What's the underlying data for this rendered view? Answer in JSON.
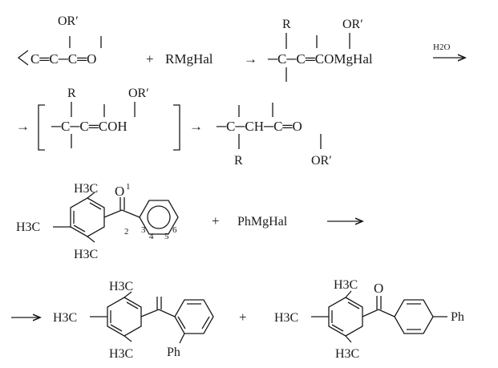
{
  "scheme": {
    "row1": {
      "reactant_or": "OR′",
      "reactant_core": "C═C─C═O",
      "plus": "+",
      "reagent": "RMgHal",
      "arrow": "→",
      "product_r": "R",
      "product_or": "OR′",
      "product_core": "─C─C═COMgHal",
      "water": "H2O"
    },
    "row2": {
      "arrow": "→",
      "int_r": "R",
      "int_or": "OR′",
      "int_core": "─C─C═COH",
      "arrow2": "→",
      "prod_core": "─C─CH─C═O",
      "prod_r": "R",
      "prod_or": "OR′"
    },
    "row3": {
      "sub_h3c_top": "H3C",
      "sub_h3c_left": "H3C",
      "sub_h3c_bottom": "H3C",
      "carbonyl_o": "O",
      "num1": "1",
      "num2": "2",
      "num3": "3",
      "num4": "4",
      "num5": "5",
      "num6": "6",
      "plus": "+",
      "reagent": "PhMgHal"
    },
    "row4": {
      "p1_h3c_top": "H3C",
      "p1_h3c_left": "H3C",
      "p1_h3c_bottom": "H3C",
      "p1_ph": "Ph",
      "plus": "+",
      "p2_h3c_top": "H3C",
      "p2_h3c_left": "H3C",
      "p2_h3c_bottom": "H3C",
      "p2_o": "O",
      "p2_ph": "Ph"
    }
  }
}
